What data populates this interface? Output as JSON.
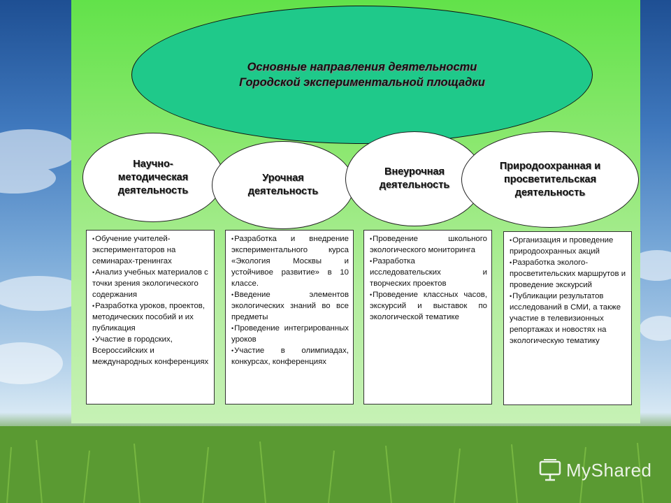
{
  "title": "Основные направления деятельности\nГородской экспериментальной площадки",
  "directions": [
    {
      "label": "Научно-\nметодическая\nдеятельность",
      "items": [
        "Обучение учителей-экспериментаторов на семинарах-тренингах",
        "Анализ учебных материалов с точки зрения экологического содержания",
        "Разработка уроков, проектов, методических пособий и их публикация",
        "Участие в городских, Всероссийских и международных конференциях"
      ]
    },
    {
      "label": "Урочная\nдеятельность",
      "items": [
        "Разработка и внедрение экспериментального курса «Экология Москвы и устойчивое развитие» в 10 классе.",
        "Введение элементов экологических знаний во все предметы",
        "Проведение интегрированных уроков",
        "Участие в олимпиадах, конкурсах, конференциях"
      ]
    },
    {
      "label": "Внеурочная\nдеятельность",
      "items": [
        "Проведение школьного экологического мониторинга",
        "Разработка исследовательских и творческих проектов",
        "Проведение классных часов, экскурсий и выставок по экологической тематике"
      ]
    },
    {
      "label": "Природоохранная и\nпросветительская\nдеятельность",
      "items": [
        "Организация и проведение природоохранных акций",
        "Разработка эколого-просветительских маршрутов и проведение экскурсий",
        "Публикации результатов исследований в СМИ, а также участие в телевизионных репортажах и новостях на экологическую тематику"
      ]
    }
  ],
  "watermark": "MyShared"
}
